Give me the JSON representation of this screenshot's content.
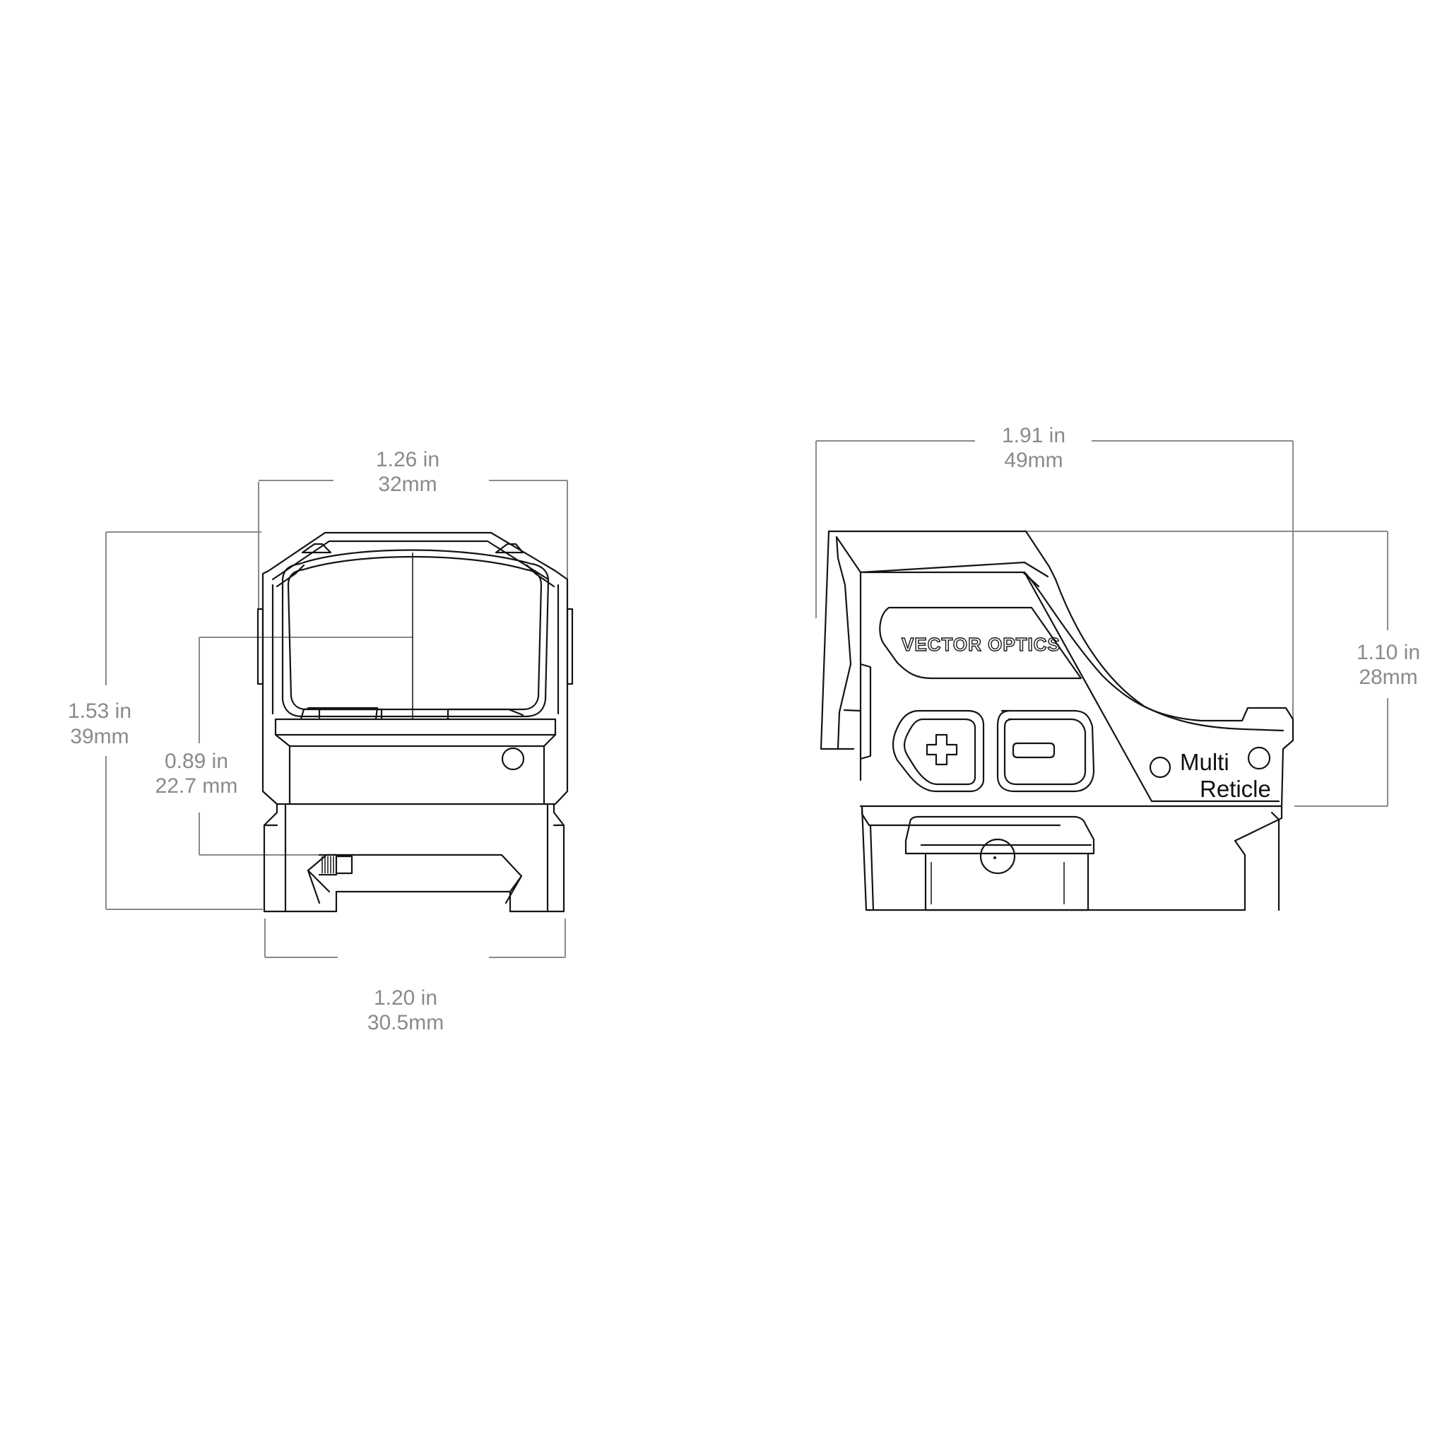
{
  "front_view": {
    "width_top": {
      "in": "1.26 in",
      "mm": "32mm"
    },
    "height_total": {
      "in": "1.53 in",
      "mm": "39mm"
    },
    "optical_axis": {
      "in": "0.89 in",
      "mm": "22.7 mm"
    },
    "width_base": {
      "in": "1.20 in",
      "mm": "30.5mm"
    }
  },
  "side_view": {
    "length": {
      "in": "1.91 in",
      "mm": "49mm"
    },
    "body_height": {
      "in": "1.10 in",
      "mm": "28mm"
    },
    "brand": "VECTOR OPTICS",
    "button_plus_icon": "plus-icon",
    "button_minus_icon": "minus-icon",
    "label_line1": "Multi",
    "label_line2": "Reticle"
  },
  "colors": {
    "dimension": "#8a8a8a",
    "outline": "#141414",
    "background": "#ffffff"
  }
}
